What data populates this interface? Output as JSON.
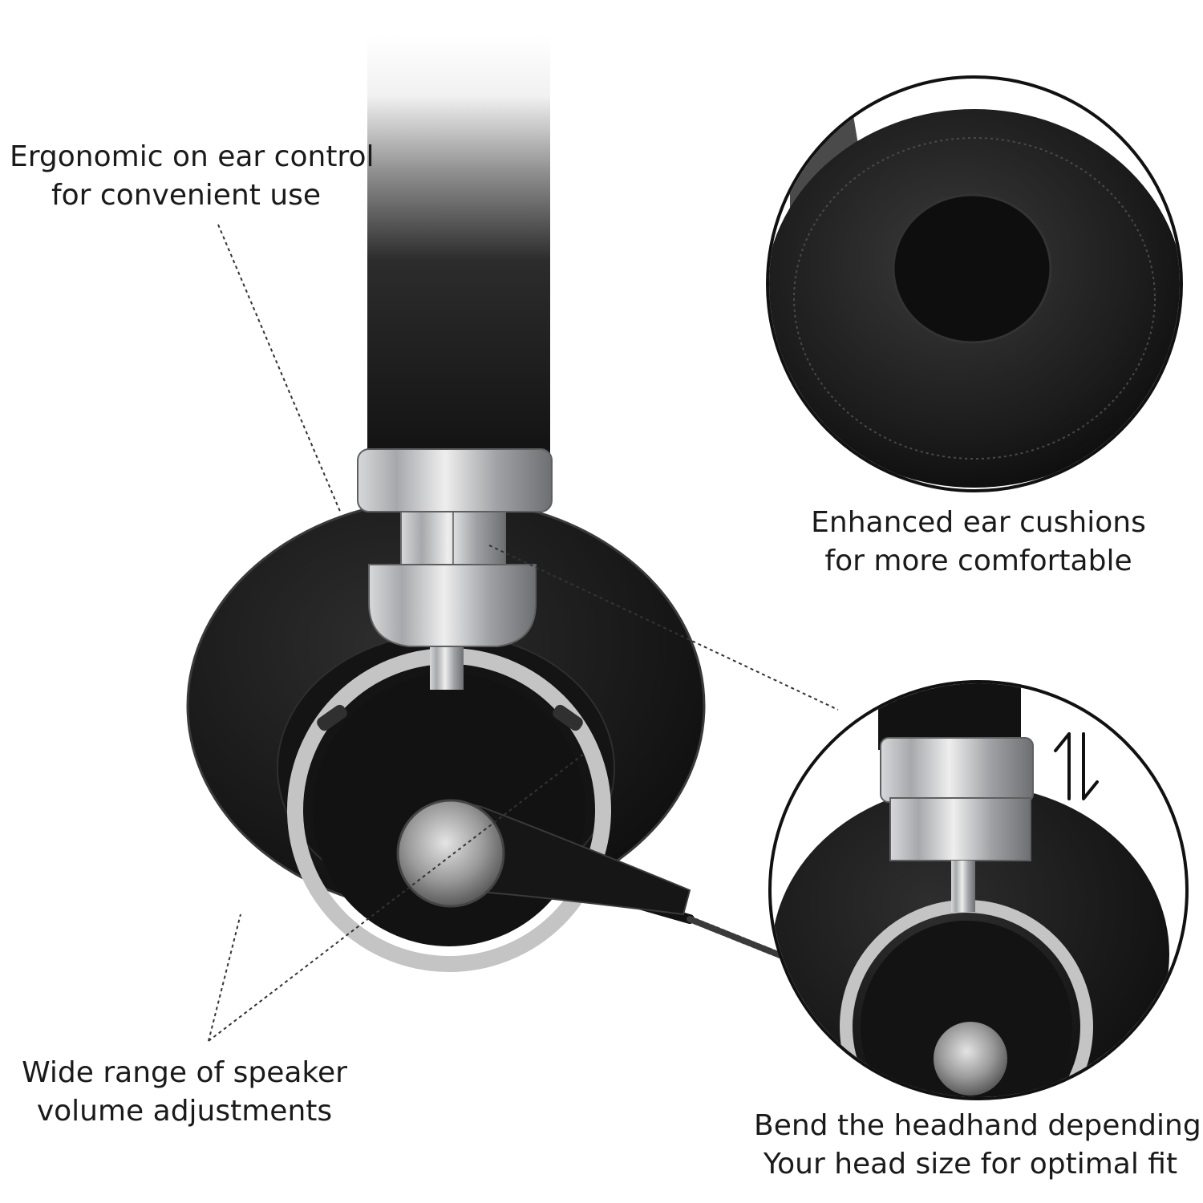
{
  "captions": {
    "ergonomic": {
      "line1": "Ergonomic on ear control",
      "line2": "for convenient use"
    },
    "cushions": {
      "line1": "Enhanced ear cushions",
      "line2": "for more comfortable"
    },
    "volume": {
      "line1": "Wide range of speaker",
      "line2": "volume adjustments"
    },
    "bend": {
      "line1": "Bend the headhand depending",
      "line2": "Your head size for optimal fit"
    }
  },
  "colors": {
    "headband_top": "#ffffff",
    "headband_bottom": "#111111",
    "earcup": "#1b1b1b",
    "metal": "#b9bbbe",
    "ring": "#c4c4c4",
    "callout_border": "#111111"
  },
  "icons": [
    "adjust-arrows-icon"
  ]
}
